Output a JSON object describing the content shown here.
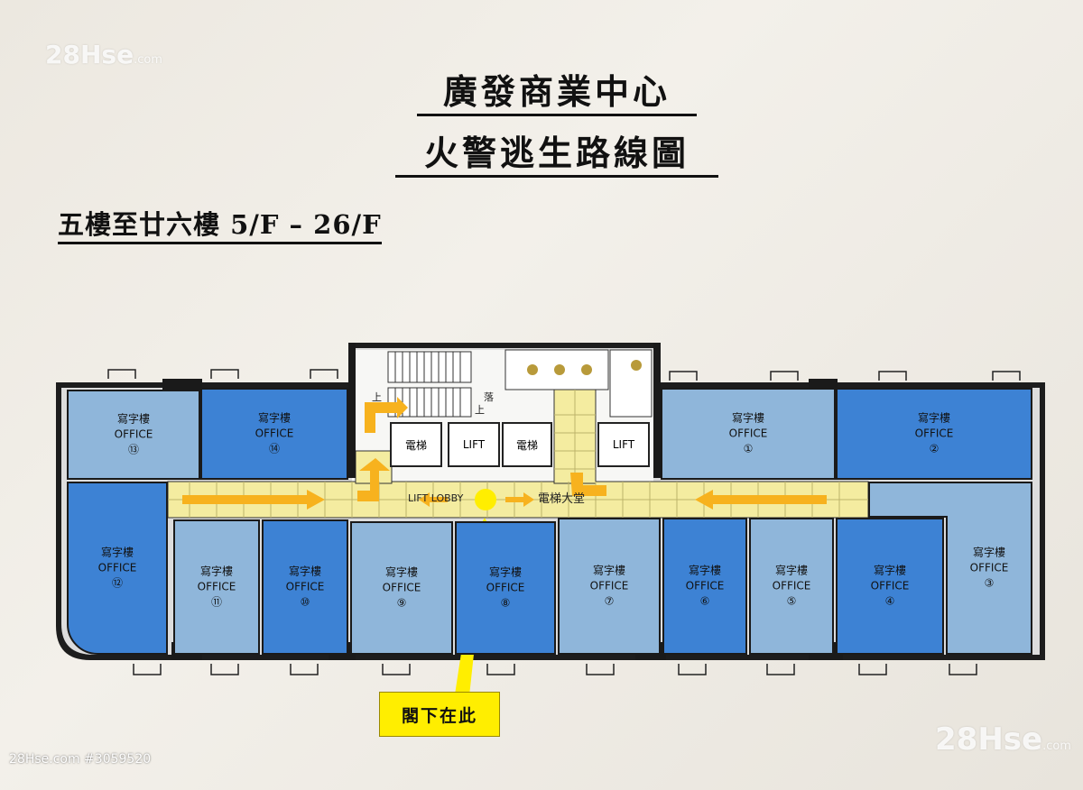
{
  "watermark": {
    "brand": "28Hse",
    "domain": ".com",
    "id_text": "28Hse.com #3059520"
  },
  "title": {
    "line1": "廣發商業中心",
    "line2": "火警逃生路線圖"
  },
  "floor_label": "五樓至廿六樓 5/F – 26/F",
  "offices": [
    {
      "label_cn": "寫字樓",
      "label_en": "OFFICE",
      "number": "⑬"
    },
    {
      "label_cn": "寫字樓",
      "label_en": "OFFICE",
      "number": "⑭"
    },
    {
      "label_cn": "寫字樓",
      "label_en": "OFFICE",
      "number": "①"
    },
    {
      "label_cn": "寫字樓",
      "label_en": "OFFICE",
      "number": "②"
    },
    {
      "label_cn": "寫字樓",
      "label_en": "OFFICE",
      "number": "⑫"
    },
    {
      "label_cn": "寫字樓",
      "label_en": "OFFICE",
      "number": "⑪"
    },
    {
      "label_cn": "寫字樓",
      "label_en": "OFFICE",
      "number": "⑩"
    },
    {
      "label_cn": "寫字樓",
      "label_en": "OFFICE",
      "number": "⑨"
    },
    {
      "label_cn": "寫字樓",
      "label_en": "OFFICE",
      "number": "⑧"
    },
    {
      "label_cn": "寫字樓",
      "label_en": "OFFICE",
      "number": "⑦"
    },
    {
      "label_cn": "寫字樓",
      "label_en": "OFFICE",
      "number": "⑥"
    },
    {
      "label_cn": "寫字樓",
      "label_en": "OFFICE",
      "number": "⑤"
    },
    {
      "label_cn": "寫字樓",
      "label_en": "OFFICE",
      "number": "④"
    },
    {
      "label_cn": "寫字樓",
      "label_en": "OFFICE",
      "number": "③"
    }
  ],
  "lifts": [
    "電梯",
    "LIFT",
    "電梯",
    "LIFT"
  ],
  "lobby": {
    "label_en": "LIFT LOBBY",
    "label_cn": "電梯大堂"
  },
  "stair_up": "上",
  "stair_down": "落",
  "you_are_here": "閣下在此",
  "colors": {
    "office_light": "#8fb6da",
    "office_dark": "#3d82d4",
    "corridor": "#f4eca0",
    "arrow": "#f7b21e",
    "here_marker": "#ffee00"
  }
}
